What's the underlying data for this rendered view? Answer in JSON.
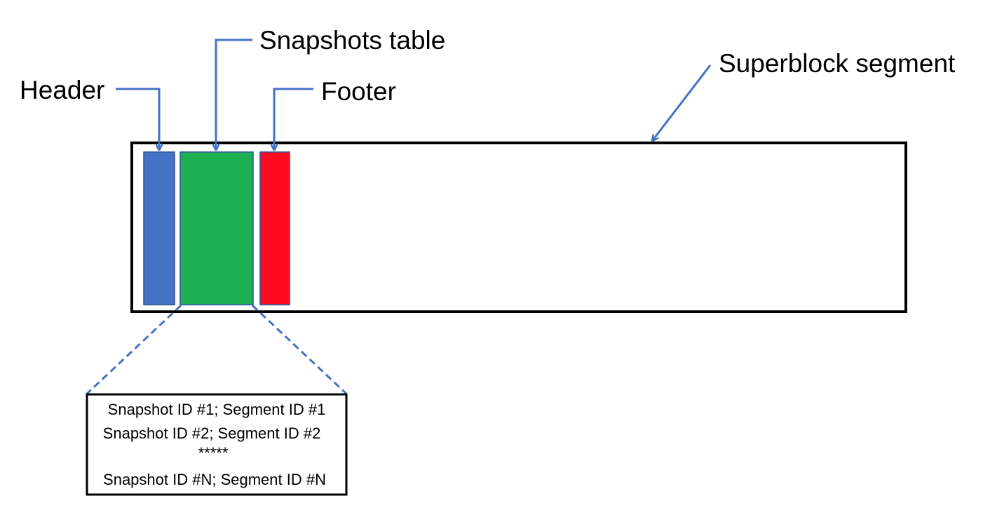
{
  "labels": {
    "header": "Header",
    "snapshots_table": "Snapshots table",
    "footer": "Footer",
    "superblock_segment": "Superblock segment"
  },
  "snapshot_table": {
    "rows": [
      "Snapshot ID #1; Segment ID #1",
      "Snapshot ID #2; Segment ID #2",
      "*****",
      "Snapshot ID #N; Segment ID #N"
    ]
  },
  "colors": {
    "header_block": "#4472C4",
    "snapshots_block": "#1DB053",
    "footer_block": "#FF0B1F",
    "connector": "#4472C4",
    "outline": "#000000"
  }
}
